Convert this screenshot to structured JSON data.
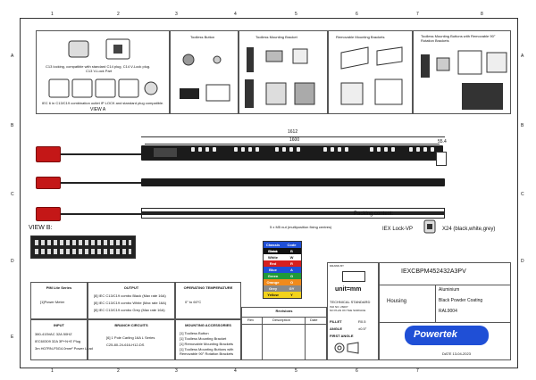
{
  "zones": {
    "cols": [
      "1",
      "2",
      "3",
      "4",
      "5",
      "6",
      "7",
      "8"
    ],
    "rows": [
      "A",
      "B",
      "C",
      "D",
      "E"
    ]
  },
  "top_panel": {
    "c13_lock_text": "C13 locking, compatible with standard C14 plug, C14 V-Lock plug.",
    "c13_lock_part": "C13 V-Lock Part",
    "iec_combo_text": "IEC 6 in C13/C19 combination outlet IP LOCK  and standard plug compatible.",
    "view_a": "VIEW A",
    "toolless_button": "Toolless Button",
    "toolless_bracket": "Toolless Mounting Bracket",
    "removable_brackets": "Removable Mounting Brackets",
    "rotation_title": "Toolless Mounting Buttons with Removable 90° Rotation Brackets"
  },
  "dimensions": {
    "overall": "1612",
    "inner": "1600",
    "end": "55.4",
    "nut": "5 x M5 nut (multiposition fixing centres)"
  },
  "view_b": "VIEW B:",
  "packing": {
    "title": "Packing content:",
    "item": "IEX Lock-VP",
    "qty": "X24 (black,white,grey)"
  },
  "color_table": {
    "header": [
      "Chassis Color",
      "Code"
    ],
    "rows": [
      {
        "name": "Black",
        "code": "B",
        "bg": "#111111",
        "fg": "#ffffff"
      },
      {
        "name": "White",
        "code": "W",
        "bg": "#ffffff",
        "fg": "#111111"
      },
      {
        "name": "Red",
        "code": "R",
        "bg": "#d61f1f",
        "fg": "#ffffff"
      },
      {
        "name": "Blue",
        "code": "A",
        "bg": "#1f4fd6",
        "fg": "#ffffff"
      },
      {
        "name": "Green",
        "code": "G",
        "bg": "#1f9a3a",
        "fg": "#ffffff"
      },
      {
        "name": "Orange",
        "code": "O",
        "bg": "#f08a1c",
        "fg": "#ffffff"
      },
      {
        "name": "Grey",
        "code": "GY",
        "bg": "#8a8a8a",
        "fg": "#ffffff"
      },
      {
        "name": "Yellow",
        "code": "Y",
        "bg": "#f2d21b",
        "fg": "#111111"
      }
    ]
  },
  "specs": {
    "pim_series": "PIM Lite Series",
    "pim_value": "[1]Power Meter",
    "output_title": "OUTPUT",
    "output_lines": [
      "[8]  IEC C13/C19 combo Black (Max rate 16A)",
      "[8]  IEC C13/C19 combo White (Max rate 16A)",
      "[8]  IEC C13/C19 combo Grey (Max rate 16A)"
    ],
    "temp_title": "OPERATING TEMPERATURE",
    "temp_value": "0° to 60°C",
    "input_title": "INPUT",
    "input_lines": [
      "380-415VAC 32A 50HZ",
      "IEC60309 32A 3P+N+E Plug",
      "3m H07RN-F5G4.0mm² Power Lead"
    ],
    "branch_title": "BRANCH CIRCUITS",
    "branch_lines": [
      "[6] 1 Pole Carling 16A L Series",
      "C25-80-24-616-H12-DS"
    ],
    "mounting_title": "MOUNTING ACCESSORIES",
    "mounting_lines": [
      "[1]  Toolless Button",
      "[1]  Toolless Mounting Bracket",
      "[1]  Removable Mounting Brackets",
      "[1]  Toolless Mounting Buttons with Removable 90° Rotation Brackets"
    ]
  },
  "revisions": {
    "title": "Revisions",
    "cols": [
      "Rev",
      "Description",
      "Date"
    ]
  },
  "title_block": {
    "drawn_by": "DRAWN BY",
    "unit": "unit=mm",
    "tech_std": "TECHNICAL  STANDARD",
    "tech_lines": [
      "ISO NO. 26007",
      "NO PLAN ON THE SURFACE"
    ],
    "fillet_label": "FILLET",
    "fillet_value": "R0.5",
    "angle_label": "ANGLE",
    "angle_value": "±0.5°",
    "first_angle": "FIRST ANGLE",
    "part_no": "IEXCBPM452432A3PV",
    "housing": "Housing",
    "materials": [
      "Aluminium",
      "Black Powder Coating",
      "RAL9004"
    ],
    "brand": "Powertek",
    "date": "DATE  13-04-2023"
  }
}
